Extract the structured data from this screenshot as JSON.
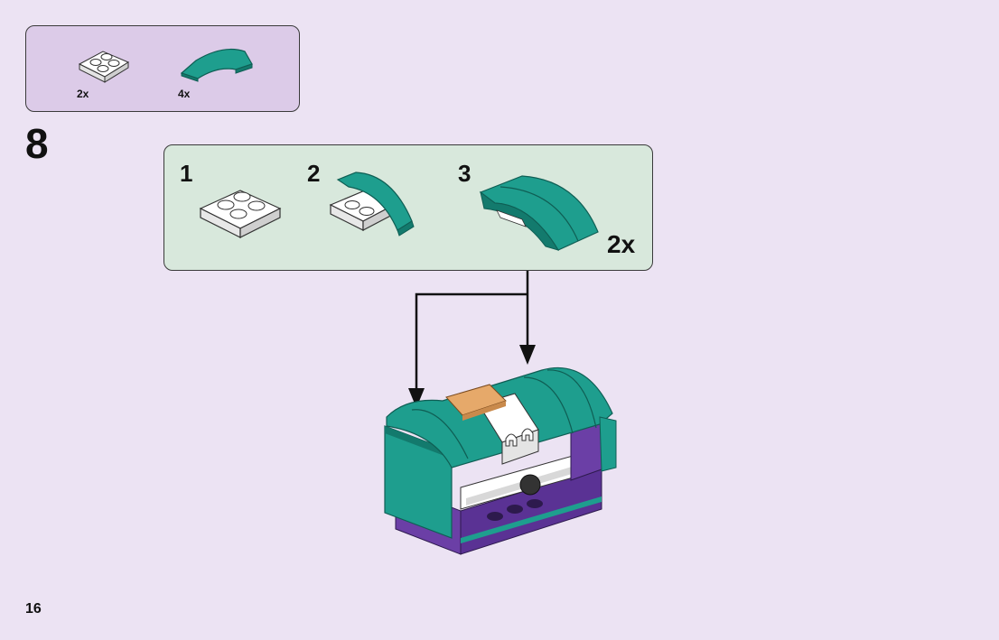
{
  "parts_list": {
    "items": [
      {
        "icon": "white-plate-2x2-icon",
        "quantity": "2x"
      },
      {
        "icon": "teal-curved-slope-icon",
        "quantity": "4x"
      }
    ]
  },
  "step": {
    "number": "8",
    "sub_assembly": {
      "substeps": [
        {
          "number": "1",
          "icon": "white-plate-icon"
        },
        {
          "number": "2",
          "icon": "plate-with-curved-slope-icon"
        },
        {
          "number": "3",
          "icon": "double-curved-slope-icon"
        }
      ],
      "multiplier": "2x"
    }
  },
  "colors": {
    "teal": "#1e9e8e",
    "teal_dark": "#137a6d",
    "purple": "#6b3fa6",
    "background": "#ece3f3"
  },
  "page": {
    "number": "16"
  }
}
